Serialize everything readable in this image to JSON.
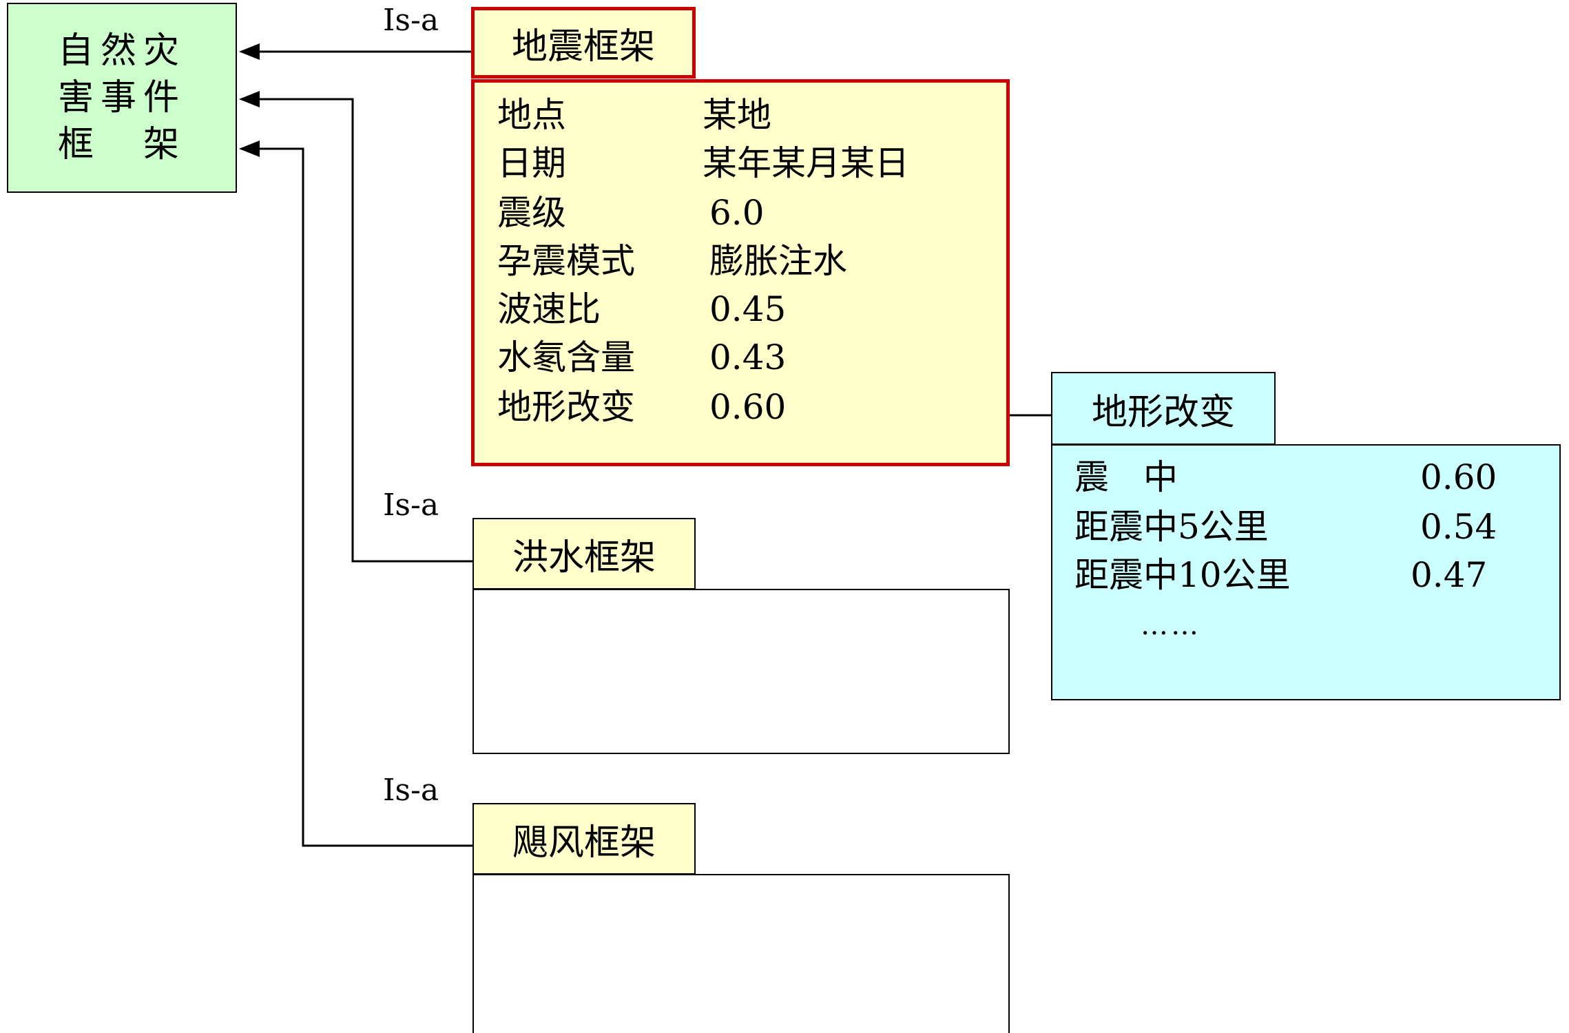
{
  "colors": {
    "root_fill": "#ccffcc",
    "yellow_fill": "#ffffcc",
    "red_border": "#cc0000",
    "cyan_fill": "#ccffff"
  },
  "root": {
    "lines": [
      "自然灾",
      "害事件",
      "框　架"
    ]
  },
  "relations": {
    "isa_top": "Is-a",
    "isa_middle": "Is-a",
    "isa_bottom": "Is-a"
  },
  "earthquake": {
    "title": "地震框架",
    "slots": [
      {
        "name": "地点",
        "value": "某地"
      },
      {
        "name": "日期",
        "value": "某年某月某日"
      },
      {
        "name": "震级",
        "value": "6.0"
      },
      {
        "name": "孕震模式",
        "value": "膨胀注水"
      },
      {
        "name": "波速比",
        "value": "0.45"
      },
      {
        "name": "水氡含量",
        "value": "0.43"
      },
      {
        "name": "地形改变",
        "value": "0.60"
      }
    ]
  },
  "flood": {
    "title": "洪水框架"
  },
  "typhoon": {
    "title": "飓风框架"
  },
  "terrain": {
    "title": "地形改变",
    "rows": [
      {
        "name": "震　中",
        "value": "0.60"
      },
      {
        "name": "距震中5公里",
        "value": "0.54"
      },
      {
        "name": "距震中10公里",
        "value": "0.47"
      }
    ],
    "ellipsis": "……"
  }
}
